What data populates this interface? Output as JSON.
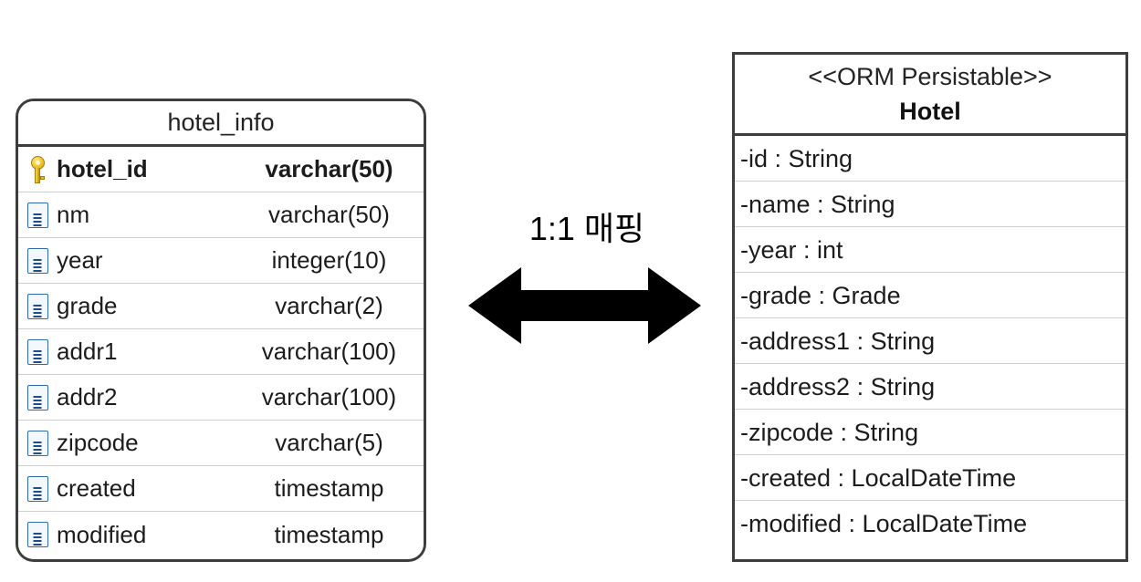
{
  "db_table": {
    "name": "hotel_info",
    "key_icon": "key-icon",
    "column_icon": "column-icon",
    "columns": [
      {
        "icon": "key-icon",
        "name": "hotel_id",
        "type": "varchar(50)",
        "primary_key": true
      },
      {
        "icon": "column-icon",
        "name": "nm",
        "type": "varchar(50)",
        "primary_key": false
      },
      {
        "icon": "column-icon",
        "name": "year",
        "type": "integer(10)",
        "primary_key": false
      },
      {
        "icon": "column-icon",
        "name": "grade",
        "type": "varchar(2)",
        "primary_key": false
      },
      {
        "icon": "column-icon",
        "name": "addr1",
        "type": "varchar(100)",
        "primary_key": false
      },
      {
        "icon": "column-icon",
        "name": "addr2",
        "type": "varchar(100)",
        "primary_key": false
      },
      {
        "icon": "column-icon",
        "name": "zipcode",
        "type": "varchar(5)",
        "primary_key": false
      },
      {
        "icon": "column-icon",
        "name": "created",
        "type": "timestamp",
        "primary_key": false
      },
      {
        "icon": "column-icon",
        "name": "modified",
        "type": "timestamp",
        "primary_key": false
      }
    ]
  },
  "mapping": {
    "label": "1:1 매핑",
    "arrow_icon": "double-headed-arrow-icon",
    "arrow_color": "#000000"
  },
  "uml_class": {
    "stereotype": "<<ORM Persistable>>",
    "class_name": "Hotel",
    "attributes": [
      {
        "text": "-id : String"
      },
      {
        "text": "-name : String"
      },
      {
        "text": "-year : int"
      },
      {
        "text": "-grade : Grade"
      },
      {
        "text": "-address1 : String"
      },
      {
        "text": "-address2 : String"
      },
      {
        "text": "-zipcode : String"
      },
      {
        "text": "-created : LocalDateTime"
      },
      {
        "text": "-modified : LocalDateTime"
      }
    ]
  },
  "colors": {
    "border": "#3d3d3d",
    "row_separator": "#cfcfcf",
    "key_gold": "#e8bd22",
    "column_blue": "#2f84d0",
    "text": "#1c1c1c",
    "background": "#ffffff"
  }
}
